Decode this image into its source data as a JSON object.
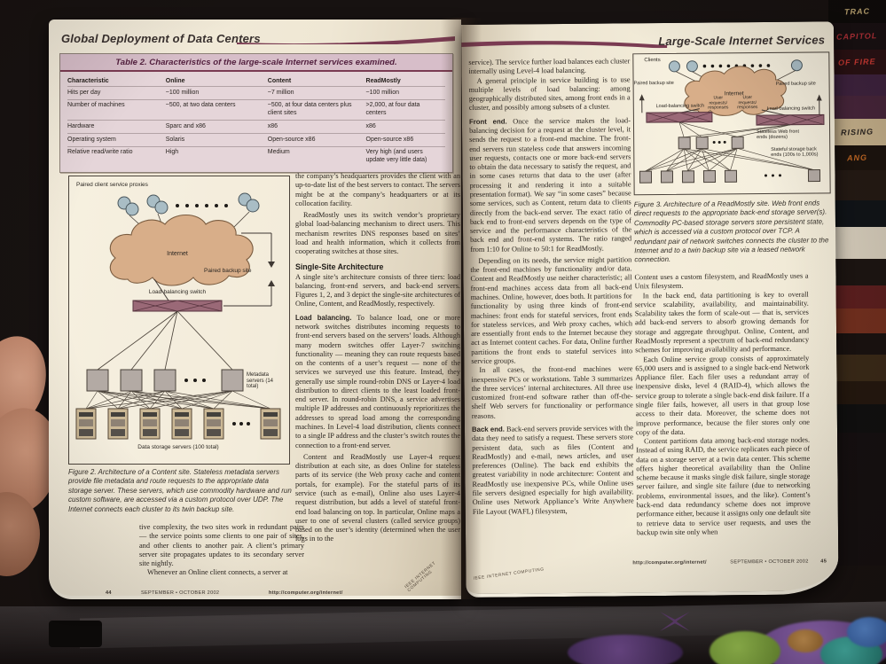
{
  "colors": {
    "accent_maroon": "#7a3b52",
    "table_band": "#d7bec9",
    "table_bg": "#e5d5d9",
    "page_cream": "#f2ebd9",
    "cloud_tan": "#d8ae89",
    "node_gray": "#b3aaa4",
    "switch_maroon": "#9a6977",
    "client_blue": "#a9bdc5"
  },
  "left_page": {
    "running_head": "Global Deployment of Data Centers",
    "table2": {
      "title": "Table 2. Characteristics of the large-scale Internet services examined.",
      "columns": [
        "Characteristic",
        "Online",
        "Content",
        "ReadMostly"
      ],
      "rows": [
        [
          "Hits per day",
          "~100 million",
          "~7 million",
          "~100 million"
        ],
        [
          "Number of machines",
          "~500, at two data centers",
          "~500, at four data centers plus client sites",
          ">2,000, at four data centers"
        ],
        [
          "Hardware",
          "Sparc and x86",
          "x86",
          "x86"
        ],
        [
          "Operating system",
          "Solaris",
          "Open-source x86",
          "Open-source x86"
        ],
        [
          "Relative read/write ratio",
          "High",
          "Medium",
          "Very high (and users update very little data)"
        ]
      ]
    },
    "figure2": {
      "labels": {
        "proxies": "Paired client service proxies",
        "internet": "Internet",
        "backup": "Paired backup site",
        "switch": "Load-balancing switch",
        "metadata": "Metadata servers (14 total)",
        "storage": "Data storage servers (100 total)"
      },
      "caption": "Figure 2. Architecture of a Content site. Stateless metadata servers provide file metadata and route requests to the appropriate data storage server. These servers, which use commodity hardware and run custom software, are accessed via a custom protocol over UDP. The Internet connects each cluster to its twin backup site."
    },
    "column2": {
      "para1": "the company’s headquarters provides the client with an up-to-date list of the best servers to contact. The servers might be at the company’s headquarters or at its collocation facility.",
      "para2": "ReadMostly uses its switch vendor’s proprietary global load-balancing mechanism to direct users. This mechanism rewrites DNS responses based on sites’ load and health information, which it collects from cooperating switches at those sites.",
      "heading1": "Single-Site Architecture",
      "para3": "A single site’s architecture consists of three tiers: load balancing, front-end servers, and back-end servers. Figures 1, 2, and 3 depict the single-site architectures of Online, Content, and ReadMostly, respectively.",
      "lead1": "Load balancing.",
      "para4": "To balance load, one or more network switches distributes incoming requests to front-end servers based on the servers’ loads. Although many modern switches offer Layer-7 switching functionality — meaning they can route requests based on the contents of a user’s request — none of the services we surveyed use this feature. Instead, they generally use simple round-robin DNS or Layer-4 load distribution to direct clients to the least loaded front-end server. In round-robin DNS, a service advertises multiple IP addresses and continuously reprioritizes the addresses to spread load among the corresponding machines. In Level-4 load distribution, clients connect to a single IP address and the cluster’s switch routes the connection to a front-end server.",
      "para5": "Content and ReadMostly use Layer-4 request distribution at each site, as does Online for stateless parts of its service (the Web proxy cache and content portals, for example). For the stateful parts of its service (such as e-mail), Online also uses Layer-4 request distribution, but adds a level of stateful front-end load balancing on top. In particular, Online maps a user to one of several clusters (called service groups) based on the user’s identity (determined when the user logs in to the"
    },
    "below_figure": {
      "para1": "tive complexity, the two sites work in redundant pairs — the service points some clients to one pair of sites, and other clients to another pair. A client’s primary server site propagates updates to its secondary server site nightly.",
      "para2": "Whenever an Online client connects, a server at"
    },
    "footer": {
      "page_num": "44",
      "issue": "SEPTEMBER • OCTOBER 2002",
      "url": "http://computer.org/internet/"
    },
    "gutter_text": "IEEE INTERNET COMPUTING"
  },
  "right_page": {
    "running_head": "Large-Scale Internet Services",
    "column1": {
      "para1": "service). The service further load balances each cluster internally using Level-4 load balancing.",
      "para2": "A general principle in service building is to use multiple levels of load balancing: among geographically distributed sites, among front ends in a cluster, and possibly among subsets of a cluster.",
      "lead1": "Front end.",
      "para3": "Once the service makes the load-balancing decision for a request at the cluster level, it sends the request to a front-end machine. The front-end servers run stateless code that answers incoming user requests, contacts one or more back-end servers to obtain the data necessary to satisfy the request, and in some cases returns that data to the user (after processing it and rendering it into a suitable presentation format). We say “in some cases” because some services, such as Content, return data to clients directly from the back-end server. The exact ratio of back end to front-end servers depends on the type of service and the performance characteristics of the back end and front-end systems. The ratio ranged from 1:10 for Online to 50:1 for ReadMostly.",
      "para4": "Depending on its needs, the service might partition the front-end machines by functionality and/or data. Content and ReadMostly use neither characteristic; all front-end machines access data from all back-end machines. Online, however, does both. It partitions for functionality by using three kinds of front-end machines: front ends for stateful services, front ends for stateless services, and Web proxy caches, which are essentially front ends to the Internet because they act as Internet content caches. For data, Online further partitions the front ends to stateful services into service groups.",
      "para5": "In all cases, the front-end machines were inexpensive PCs or workstations. Table 3 summarizes the three services’ internal architectures. All three use customized front-end software rather than off-the-shelf Web servers for functionality or performance reasons.",
      "lead2": "Back end.",
      "para6": "Back-end servers provide services with the data they need to satisfy a request. These servers store persistent data, such as files (Content and ReadMostly) and e-mail, news articles, and user preferences (Online). The back end exhibits the greatest variability in node architecture: Content and ReadMostly use inexpensive PCs, while Online uses file servers designed especially for high availability. Online uses Network Appliance’s Write Anywhere File Layout (WAFL) filesystem,"
    },
    "figure3": {
      "labels": {
        "clients": "Clients",
        "internet": "Internet",
        "backup_left": "Paired backup site",
        "backup_right": "Paired backup site",
        "switch_left": "Load-balancing switch",
        "switch_right": "Load-balancing switch",
        "user_req_1": "User requests/ responses",
        "user_req_2": "User requests/ responses",
        "frontends": "Stateless Web front ends (dozens)",
        "backends": "Stateful storage back ends (100s to 1,000s)"
      },
      "caption": "Figure 3. Architecture of a ReadMostly site. Web front ends direct requests to the appropriate back-end storage server(s). Commodity PC-based storage servers store persistent state, which is accessed via a custom protocol over TCP. A redundant pair of network switches connects the cluster to the Internet and to a twin backup site via a leased network connection."
    },
    "column2": {
      "para1": "Content uses a custom filesystem, and ReadMostly uses a Unix filesystem.",
      "para2": "In the back end, data partitioning is key to overall service scalability, availability, and maintainability. Scalability takes the form of scale-out — that is, services add back-end servers to absorb growing demands for storage and aggregate throughput. Online, Content, and ReadMostly represent a spectrum of back-end redundancy schemes for improving availability and performance.",
      "para3": "Each Online service group consists of approximately 65,000 users and is assigned to a single back-end Network Appliance filer. Each filer uses a redundant array of inexpensive disks, level 4 (RAID-4), which allows the service group to tolerate a single back-end disk failure. If a single filer fails, however, all users in that group lose access to their data. Moreover, the scheme does not improve performance, because the filer stores only one copy of the data.",
      "para4": "Content partitions data among back-end storage nodes. Instead of using RAID, the service replicates each piece of data on a storage server at a twin data center. This scheme offers higher theoretical availability than the Online scheme because it masks single disk failure, single storage server failure, and single site failure (due to networking problems, environmental issues, and the like). Content’s back-end data redundancy scheme does not improve performance either, because it assigns only one default site to retrieve data to service user requests, and uses the backup twin site only when"
    },
    "footer": {
      "url": "http://computer.org/internet/",
      "issue": "SEPTEMBER • OCTOBER 2002",
      "page_num": "45"
    },
    "gutter_text": "IEEE INTERNET COMPUTING"
  },
  "surroundings": {
    "comic_spines": [
      "TRAC",
      "CAPITOL",
      "OF FIRE",
      "RISING",
      "ANG"
    ]
  }
}
